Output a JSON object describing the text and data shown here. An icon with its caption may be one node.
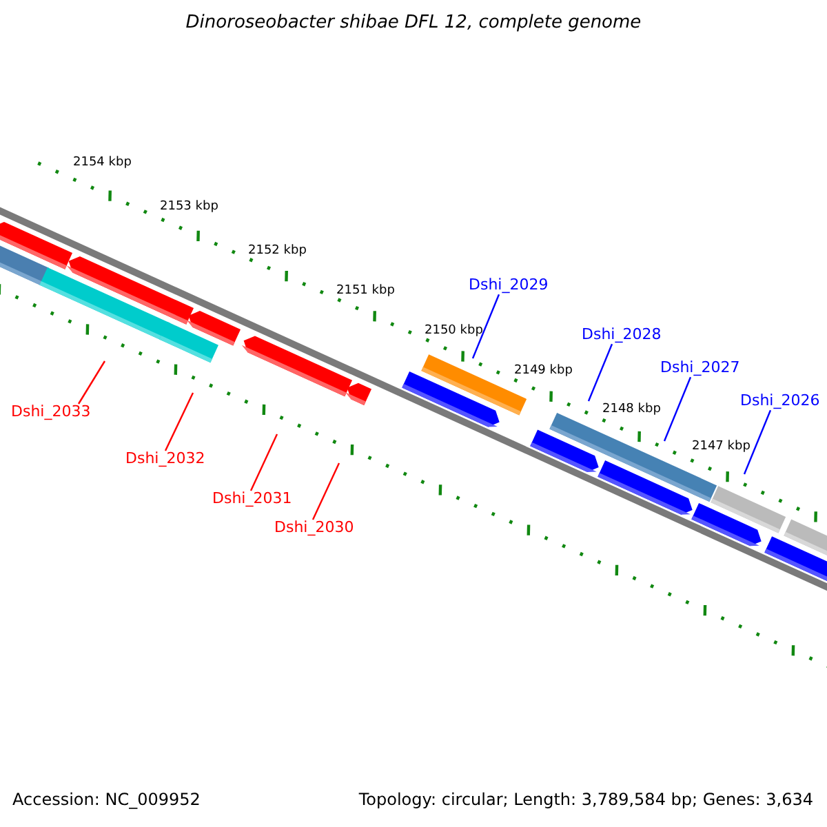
{
  "diagram": {
    "title": "Dinoroseobacter shibae DFL 12, complete genome",
    "nodes": [
      {
        "text": [
          "Dshi_2029"
        ]
      },
      {
        "text": [
          "Dshi_2028"
        ]
      },
      {
        "text": [
          "Dshi_2027"
        ]
      },
      {
        "text": [
          "Dshi_2026"
        ]
      },
      {
        "text": [
          "Dshi_2033"
        ]
      },
      {
        "text": [
          "Dshi_2032"
        ]
      },
      {
        "text": [
          "Dshi_2031"
        ]
      },
      {
        "text": [
          "Dshi_2030"
        ]
      }
    ],
    "edges": [
      {
        "from": 0,
        "to": null,
        "arrow": "none",
        "color": "#0000ff"
      },
      {
        "from": 1,
        "to": null,
        "arrow": "none",
        "color": "#0000ff"
      },
      {
        "from": 2,
        "to": null,
        "arrow": "none",
        "color": "#0000ff"
      },
      {
        "from": 3,
        "to": null,
        "arrow": "none",
        "color": "#0000ff"
      },
      {
        "from": 4,
        "to": null,
        "arrow": "none",
        "color": "#ff0000"
      },
      {
        "from": 5,
        "to": null,
        "arrow": "none",
        "color": "#ff0000"
      },
      {
        "from": 6,
        "to": null,
        "arrow": "none",
        "color": "#ff0000"
      },
      {
        "from": 7,
        "to": null,
        "arrow": "none",
        "color": "#ff0000"
      }
    ],
    "labels": [
      "2154 kbp",
      "2153 kbp",
      "2152 kbp",
      "2151 kbp",
      "2150 kbp",
      "2149 kbp",
      "2148 kbp",
      "2147 kbp",
      "Accession: NC_009952",
      "Topology: circular; Length: 3,789,584 bp; Genes: 3,634"
    ]
  }
}
